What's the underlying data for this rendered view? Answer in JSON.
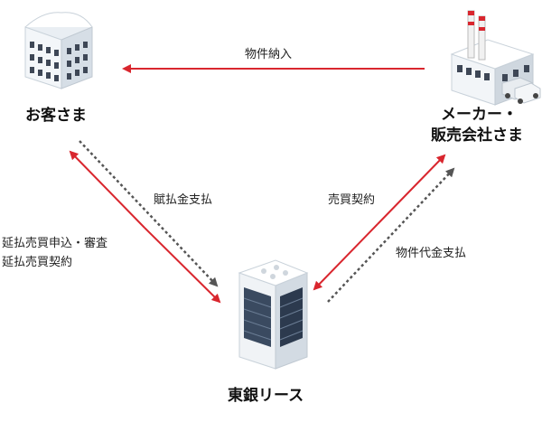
{
  "parties": {
    "customer": "お客さま",
    "maker_line1": "メーカー・",
    "maker_line2": "販売会社さま",
    "lessor": "東銀リース"
  },
  "flows": {
    "delivery": "物件納入",
    "installment_payment": "賦払金支払",
    "application_line1": "延払売買申込・審査",
    "application_line2": "延払売買契約",
    "sales_contract": "売買契約",
    "price_payment": "物件代金支払"
  },
  "colors": {
    "arrow_red": "#d9262e",
    "arrow_gray": "#666666"
  },
  "icons": [
    "office-building-icon",
    "factory-icon",
    "skyscraper-icon"
  ]
}
